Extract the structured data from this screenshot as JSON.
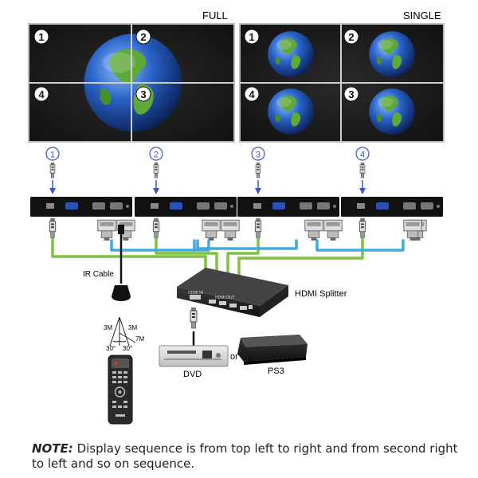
{
  "walls": {
    "full_label": "FULL",
    "single_label": "SINGLE",
    "quadrant_numbers": [
      "1",
      "2",
      "4",
      "3"
    ]
  },
  "receivers": {
    "channel_numbers": [
      "1",
      "2",
      "3",
      "4"
    ]
  },
  "labels": {
    "ir_cable": "IR  Cable",
    "hdmi_splitter": "HDMI Splitter",
    "hdmi_in": "HDMI IN",
    "hdmi_out": "HDMI OUT",
    "dvd": "DVD",
    "or": "or",
    "ps3": "PS3"
  },
  "ir_range": {
    "dist_left": "3M",
    "dist_right": "3M",
    "dist_front": "7M",
    "angle_left": "30°",
    "angle_right": "30°"
  },
  "note": {
    "label": "NOTE:",
    "text": "Display sequence is from top left to right and from second right to left and so on sequence."
  },
  "colors": {
    "green_cable": "#7dc242",
    "blue_cable": "#3fa9e0",
    "screen": "#1a1a1a",
    "ocean": "#2a63c8",
    "land": "#5fa83a"
  }
}
